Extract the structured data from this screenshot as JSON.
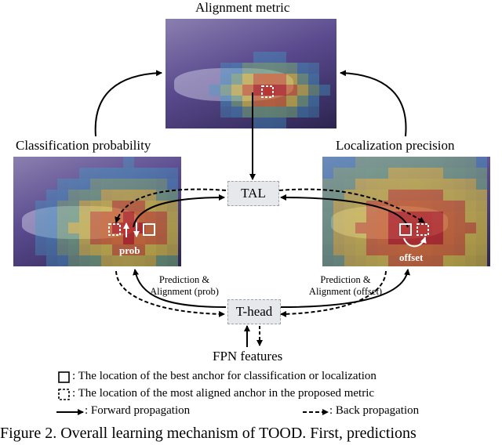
{
  "panels": {
    "alignment_title": "Alignment metric",
    "classification_title": "Classification probability",
    "localization_title": "Localization precision",
    "prob_label": "prob",
    "offset_label": "offset"
  },
  "nodes": {
    "tal": "TAL",
    "thead": "T-head",
    "fpn": "FPN features"
  },
  "edge_labels": {
    "left_line1": "Prediction &",
    "left_line2": "Alignment (prob)",
    "right_line1": "Prediction &",
    "right_line2": "Alignment (offset)"
  },
  "legend": {
    "solid_box": ": The location of the best anchor for classification or localization",
    "dashed_box": ": The location of the most aligned anchor in the proposed metric",
    "forward": ": Forward propagation",
    "back": ": Back propagation"
  },
  "caption": "Figure 2. Overall learning mechanism of TOOD. First, predictions",
  "colors": {
    "photo_bg": "#5a4a8e",
    "box_fill": "#e6e8ec",
    "heat_low": "#3fa0c8",
    "heat_mid": "#e8d23a",
    "heat_high": "#c0281e"
  }
}
